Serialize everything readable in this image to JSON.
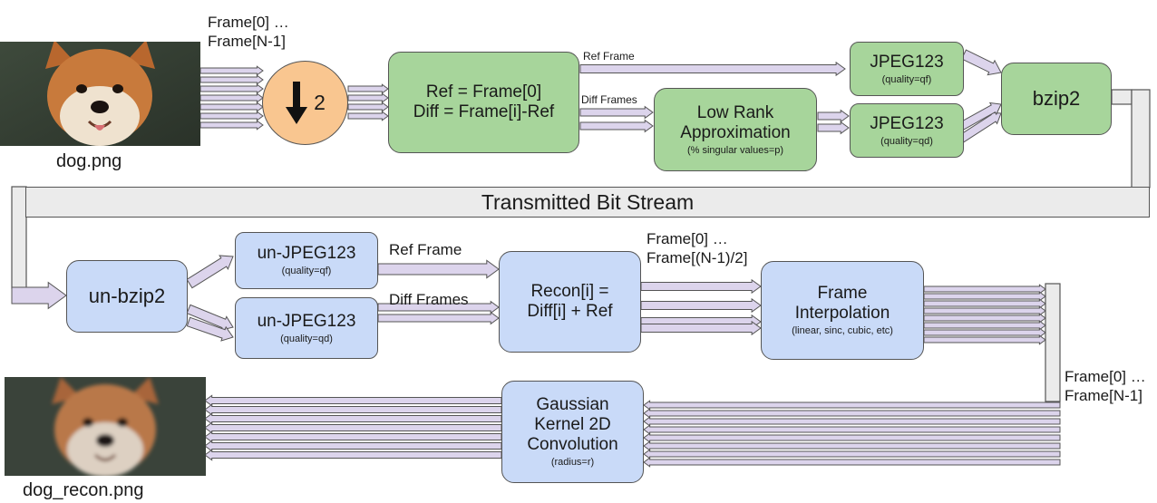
{
  "labels": {
    "input_file": "dog.png",
    "output_file": "dog_recon.png",
    "frames_in": [
      "Frame[0] …",
      "Frame[N-1]"
    ],
    "frames_half": [
      "Frame[0] …",
      "Frame[(N-1)/2]"
    ],
    "frames_full": [
      "Frame[0] …",
      "Frame[N-1]"
    ],
    "ref_frame_top": "Ref Frame",
    "diff_frames_top": "Diff Frames",
    "ref_frame_bottom": "Ref Frame",
    "diff_frames_bottom": "Diff Frames",
    "bitstream": "Transmitted Bit Stream"
  },
  "nodes": {
    "downsample": {
      "symbol": "2"
    },
    "ref_diff": {
      "line1": "Ref = Frame[0]",
      "line2": "Diff = Frame[i]-Ref"
    },
    "low_rank": {
      "line1": "Low Rank",
      "line2": "Approximation",
      "sub": "(% singular values=p)"
    },
    "jpeg_ref": {
      "title": "JPEG123",
      "sub": "(quality=qf)"
    },
    "jpeg_diff": {
      "title": "JPEG123",
      "sub": "(quality=qd)"
    },
    "bzip2": {
      "title": "bzip2"
    },
    "unbzip2": {
      "title": "un-bzip2"
    },
    "unjpeg_ref": {
      "title": "un-JPEG123",
      "sub": "(quality=qf)"
    },
    "unjpeg_diff": {
      "title": "un-JPEG123",
      "sub": "(quality=qd)"
    },
    "recon": {
      "line1": "Recon[i] =",
      "line2": "Diff[i] + Ref"
    },
    "interp": {
      "line1": "Frame",
      "line2": "Interpolation",
      "sub": "(linear, sinc, cubic, etc)"
    },
    "gaussian": {
      "line1": "Gaussian",
      "line2": "Kernel 2D",
      "line3": "Convolution",
      "sub": "(radius=r)"
    }
  },
  "colors": {
    "encoder": "#a7d59b",
    "decoder": "#c9daf8",
    "downsample": "#f9c690",
    "arrow_fill": "#dcd4ec",
    "bitstream": "#ebebeb",
    "stroke": "#555555"
  },
  "icons": {
    "down_arrow": "down-arrow-icon",
    "photo_in": "dog-photo",
    "photo_out": "dog-recon-photo"
  }
}
